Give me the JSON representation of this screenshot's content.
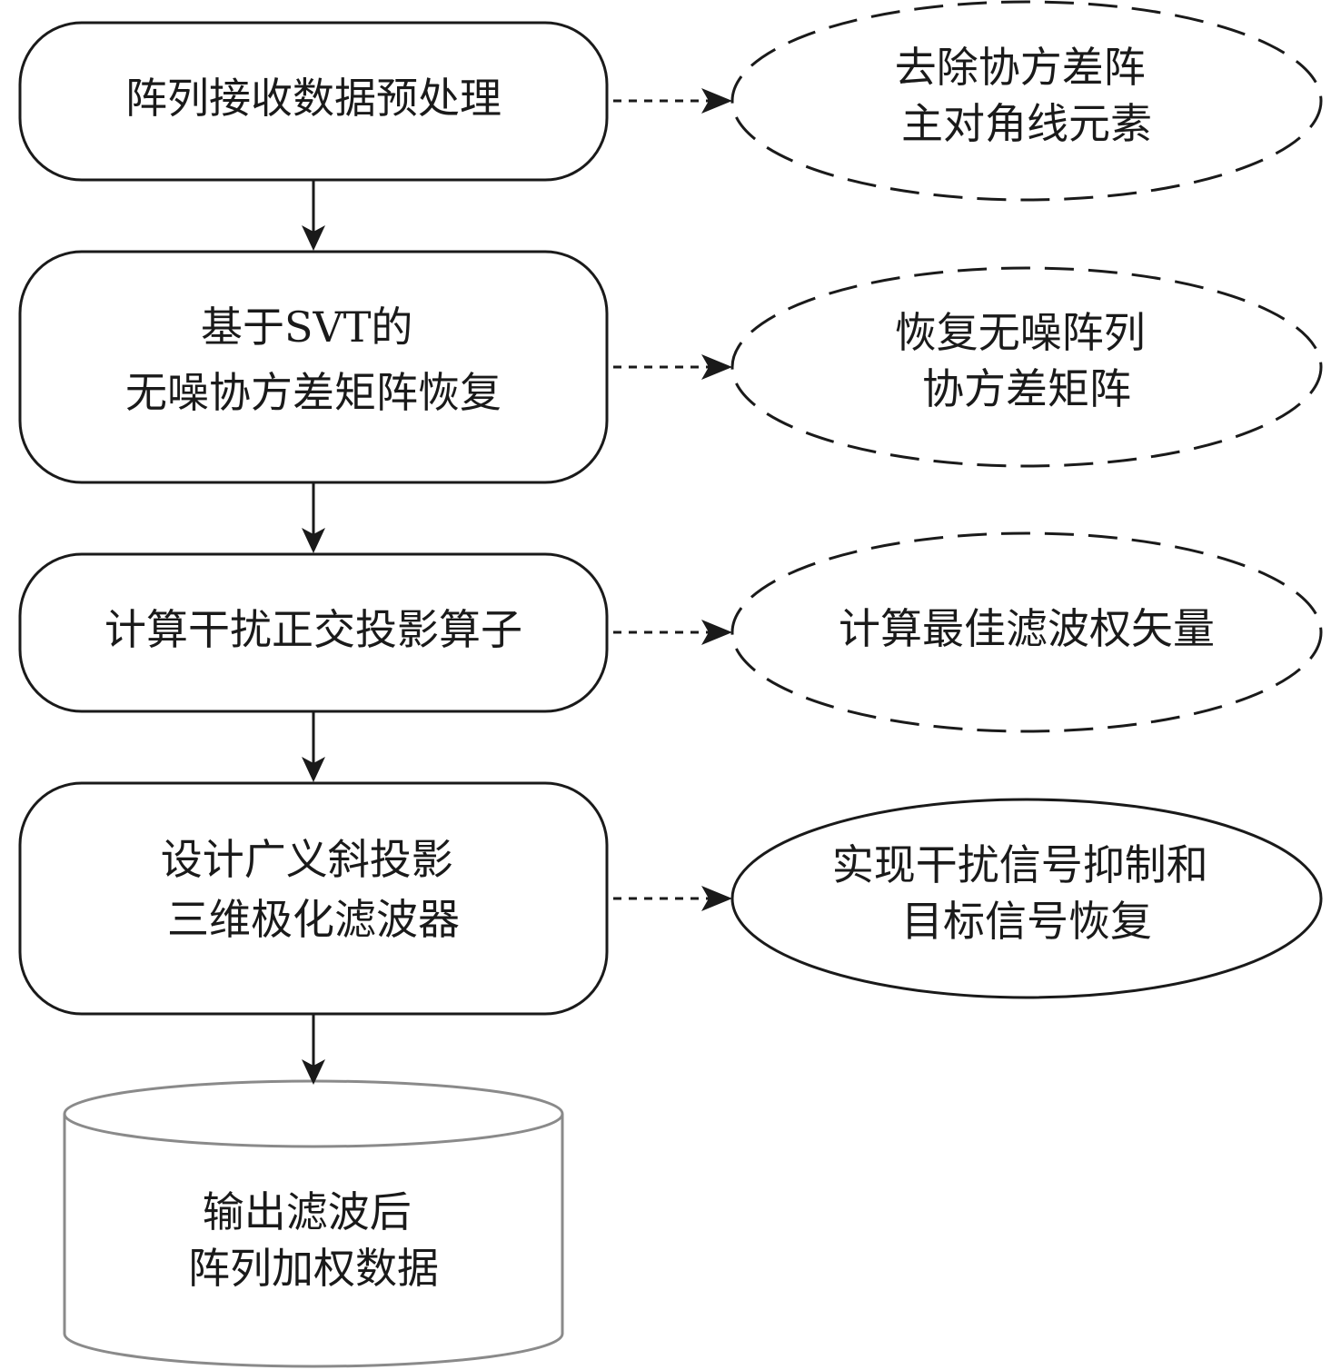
{
  "diagram": {
    "type": "flowchart",
    "colors": {
      "stroke": "#1a1a1a",
      "cylinder_stroke": "#8a8a8a",
      "background": "#ffffff"
    },
    "steps": [
      {
        "id": "step1",
        "shape": "rounded-rect",
        "lines": [
          "阵列接收数据预处理"
        ]
      },
      {
        "id": "step2",
        "shape": "rounded-rect",
        "lines": [
          "基于SVT的",
          "无噪协方差矩阵恢复"
        ]
      },
      {
        "id": "step3",
        "shape": "rounded-rect",
        "lines": [
          "计算干扰正交投影算子"
        ]
      },
      {
        "id": "step4",
        "shape": "rounded-rect",
        "lines": [
          "设计广义斜投影",
          "三维极化滤波器"
        ]
      },
      {
        "id": "output",
        "shape": "cylinder",
        "lines": [
          "输出滤波后",
          "阵列加权数据"
        ]
      }
    ],
    "notes": [
      {
        "id": "note1",
        "attached_to": "step1",
        "border": "dashed",
        "lines": [
          "去除协方差阵",
          "主对角线元素"
        ]
      },
      {
        "id": "note2",
        "attached_to": "step2",
        "border": "dashed",
        "lines": [
          "恢复无噪阵列",
          "协方差矩阵"
        ]
      },
      {
        "id": "note3",
        "attached_to": "step3",
        "border": "dashed",
        "lines": [
          "计算最佳滤波权矢量"
        ]
      },
      {
        "id": "note4",
        "attached_to": "step4",
        "border": "solid",
        "lines": [
          "实现干扰信号抑制和",
          "目标信号恢复"
        ]
      }
    ],
    "edges": [
      {
        "from": "step1",
        "to": "step2",
        "style": "solid"
      },
      {
        "from": "step2",
        "to": "step3",
        "style": "solid"
      },
      {
        "from": "step3",
        "to": "step4",
        "style": "solid"
      },
      {
        "from": "step4",
        "to": "output",
        "style": "solid"
      },
      {
        "from": "step1",
        "to": "note1",
        "style": "dotted"
      },
      {
        "from": "step2",
        "to": "note2",
        "style": "dotted"
      },
      {
        "from": "step3",
        "to": "note3",
        "style": "dotted"
      },
      {
        "from": "step4",
        "to": "note4",
        "style": "dotted"
      }
    ]
  }
}
